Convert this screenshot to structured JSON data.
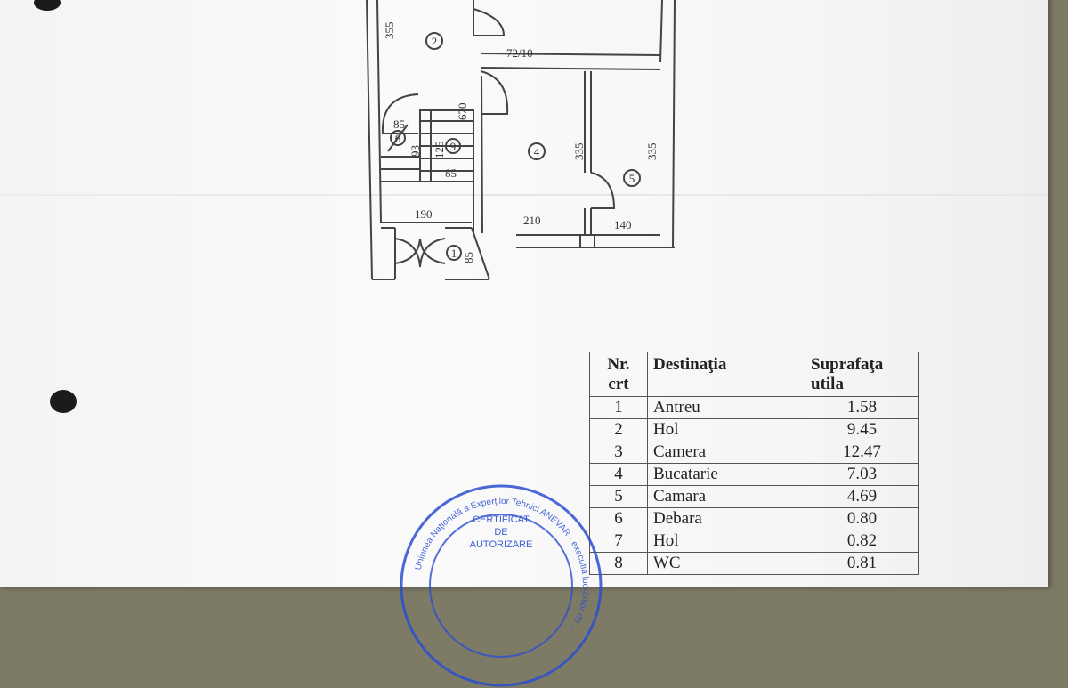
{
  "plan": {
    "dimensions": [
      "355",
      "72/10",
      "670",
      "85",
      "93",
      "125",
      "85",
      "335",
      "335",
      "190",
      "210",
      "140",
      "85"
    ],
    "room_markers": [
      "2",
      "6",
      "9",
      "4",
      "5",
      "1"
    ]
  },
  "table": {
    "headers": [
      "Nr. crt",
      "Destinaţia",
      "Suprafaţa utila"
    ],
    "rows": [
      {
        "nr": "1",
        "destinatia": "Antreu",
        "suprafata": "1.58"
      },
      {
        "nr": "2",
        "destinatia": "Hol",
        "suprafata": "9.45"
      },
      {
        "nr": "3",
        "destinatia": "Camera",
        "suprafata": "12.47"
      },
      {
        "nr": "4",
        "destinatia": "Bucatarie",
        "suprafata": "7.03"
      },
      {
        "nr": "5",
        "destinatia": "Camara",
        "suprafata": "4.69"
      },
      {
        "nr": "6",
        "destinatia": "Debara",
        "suprafata": "0.80"
      },
      {
        "nr": "7",
        "destinatia": "Hol",
        "suprafata": "0.82"
      },
      {
        "nr": "8",
        "destinatia": "WC",
        "suprafata": "0.81"
      }
    ]
  },
  "stamp": {
    "line1": "CERTIFICAT",
    "line2": "DE",
    "line3": "AUTORIZARE",
    "ring_text": "Uniunea Naţională a Experţilor Tehnici ANEVAR · executia lucrărilor de ..."
  },
  "colors": {
    "stamp_ink": "#2a4fd0",
    "line_ink": "#444444"
  }
}
